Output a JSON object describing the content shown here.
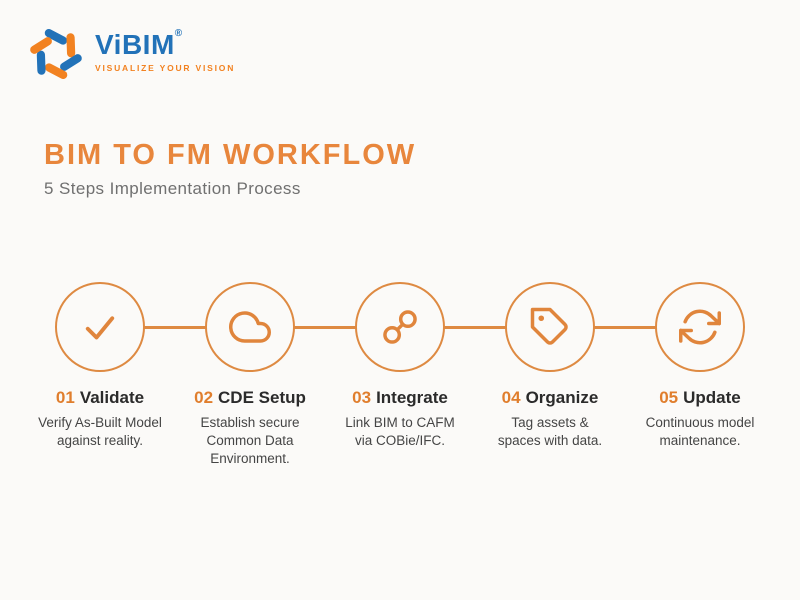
{
  "logo": {
    "brand": "ViBIM",
    "registered": "®",
    "tagline": "VISUALIZE YOUR VISION"
  },
  "header": {
    "title": "BIM TO FM WORKFLOW",
    "subtitle": "5 Steps Implementation Process"
  },
  "steps": [
    {
      "number": "01",
      "name": "Validate",
      "icon": "check-icon",
      "description": "Verify As-Built Model\nagainst reality."
    },
    {
      "number": "02",
      "name": "CDE Setup",
      "icon": "cloud-icon",
      "description": "Establish secure\nCommon Data\nEnvironment."
    },
    {
      "number": "03",
      "name": "Integrate",
      "icon": "link-icon",
      "description": "Link BIM to CAFM\nvia COBie/IFC."
    },
    {
      "number": "04",
      "name": "Organize",
      "icon": "tag-icon",
      "description": "Tag assets &\nspaces with data."
    },
    {
      "number": "05",
      "name": "Update",
      "icon": "refresh-icon",
      "description": "Continuous model\nmaintenance."
    }
  ],
  "colors": {
    "accent_orange": "#E8863C",
    "step_number_orange": "#E07E2D",
    "circle_stroke_orange": "#DE8A42",
    "brand_blue": "#2272B8",
    "logo_orange": "#F28221",
    "heading_text": "#2B2B2B",
    "subtitle_gray": "#707070",
    "body_text": "#454545",
    "background": "#FBFAF8"
  }
}
